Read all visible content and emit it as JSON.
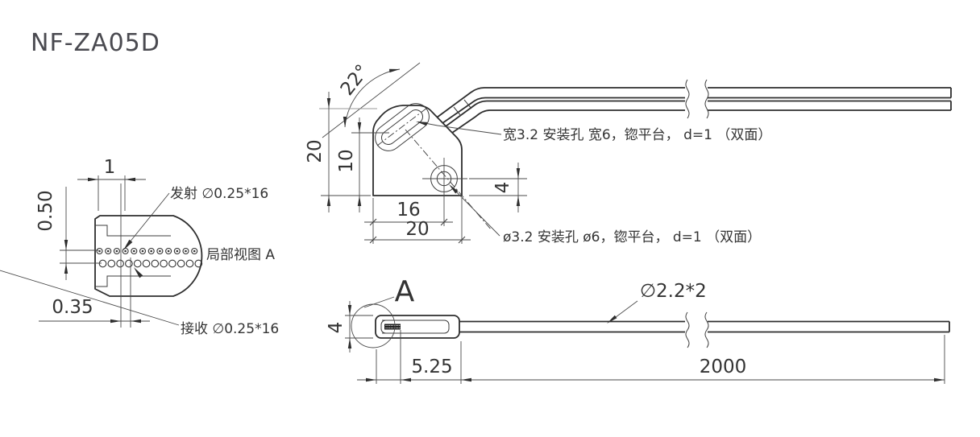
{
  "title": "NF-ZA05D",
  "colors": {
    "line": "#2e2e2e",
    "title_text": "#4a4a50",
    "background": "#ffffff"
  },
  "detail_view": {
    "view_label": "局部视图 A",
    "emit_label": "发射 ∅0.25*16",
    "receive_label": "接收 ∅0.25*16",
    "dim_pitch": "1",
    "dim_row_gap": "0.50",
    "dim_row_offset": "0.35",
    "emit_count": 12,
    "receive_count": 12
  },
  "top_view": {
    "dim_angle": "22°",
    "dim_overall_height": "20",
    "dim_slot_height": "10",
    "dim_hole_to_bottom": "4",
    "dim_hole_x": "16",
    "dim_overall_width": "20",
    "slot_note": "宽3.2 安装孔 宽6，锪平台， d=1 （双面）",
    "hole_note": "ø3.2 安装孔 ø6，锪平台， d=1 （双面）"
  },
  "side_view": {
    "detail_marker": "A",
    "dim_head_height": "4",
    "dim_fiber_inset": "5.25",
    "dim_cable_length": "2000",
    "cable_label": "∅2.2*2"
  }
}
